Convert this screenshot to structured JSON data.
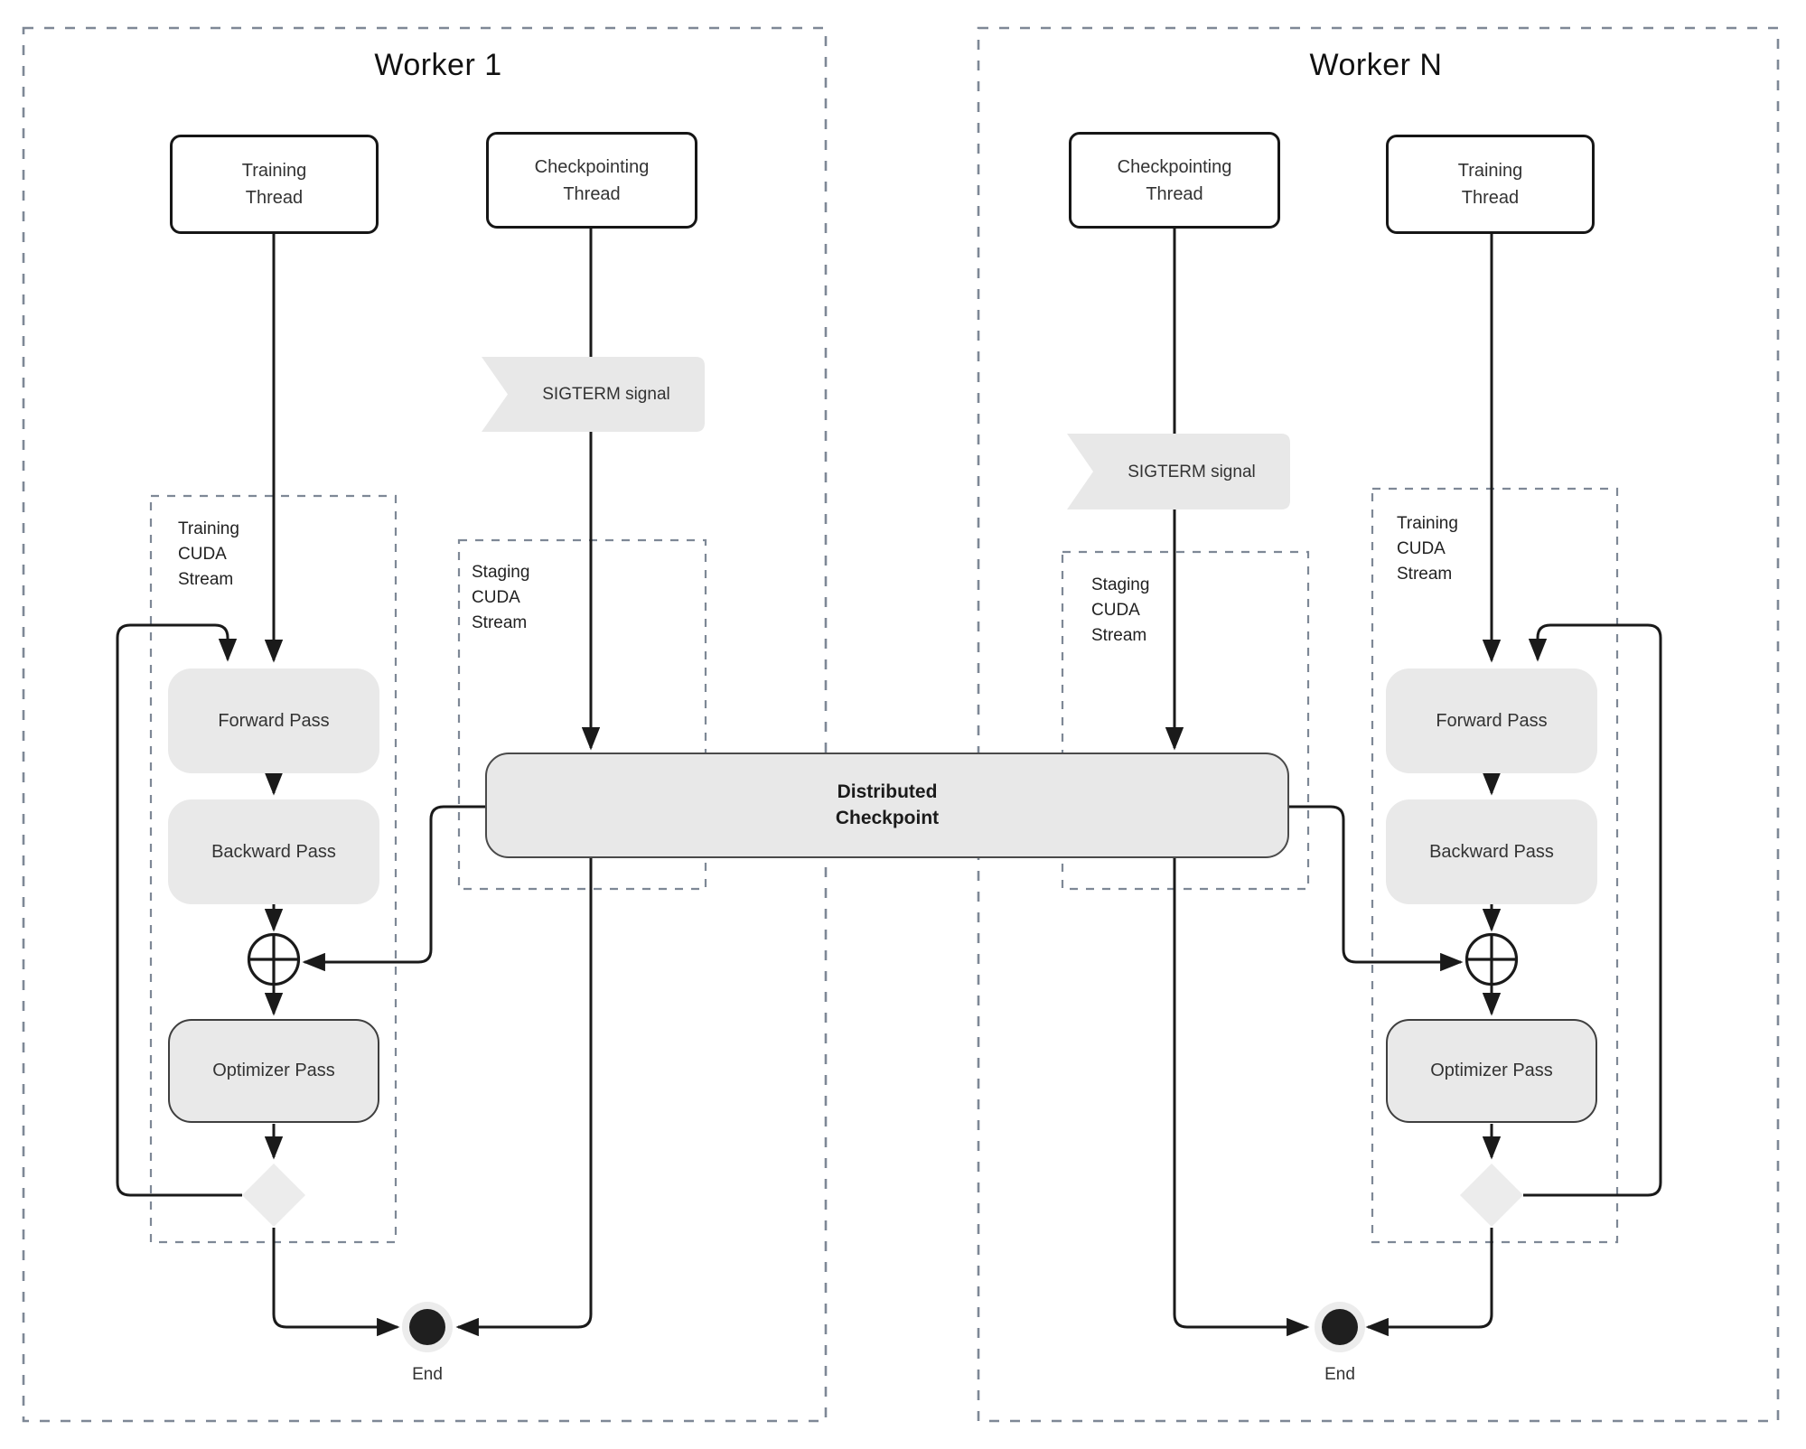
{
  "colors": {
    "dash_border": "#7e8896",
    "node_fill": "#e9e9e9",
    "flag_fill": "#e8e8e8",
    "line": "#1a1a1a",
    "end_inner": "#1f1f1f"
  },
  "workers": [
    {
      "title": "Worker 1",
      "nodes": {
        "training_thread": {
          "l1": "Training",
          "l2": "Thread"
        },
        "checkpointing_thread": {
          "l1": "Checkpointing",
          "l2": "Thread"
        },
        "sigterm": "SIGTERM signal",
        "training_stream": {
          "l1": "Training",
          "l2": "CUDA",
          "l3": "Stream"
        },
        "staging_stream": {
          "l1": "Staging",
          "l2": "CUDA",
          "l3": "Stream"
        },
        "forward": "Forward Pass",
        "backward": "Backward Pass",
        "optimizer": "Optimizer Pass",
        "end": "End"
      }
    },
    {
      "title": "Worker N",
      "nodes": {
        "training_thread": {
          "l1": "Training",
          "l2": "Thread"
        },
        "checkpointing_thread": {
          "l1": "Checkpointing",
          "l2": "Thread"
        },
        "sigterm": "SIGTERM signal",
        "training_stream": {
          "l1": "Training",
          "l2": "CUDA",
          "l3": "Stream"
        },
        "staging_stream": {
          "l1": "Staging",
          "l2": "CUDA",
          "l3": "Stream"
        },
        "forward": "Forward Pass",
        "backward": "Backward Pass",
        "optimizer": "Optimizer Pass",
        "end": "End"
      }
    }
  ],
  "checkpoint": {
    "l1": "Distributed",
    "l2": "Checkpoint"
  }
}
